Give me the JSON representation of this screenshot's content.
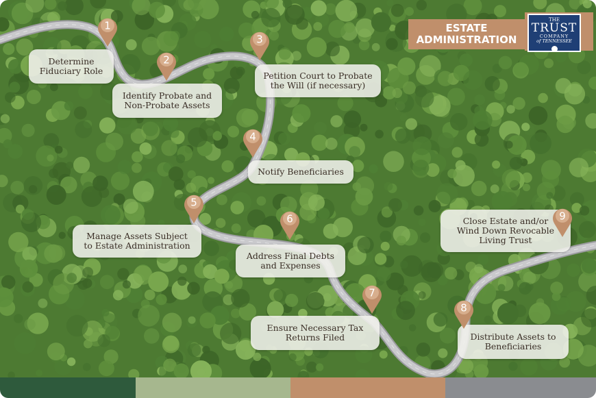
{
  "header": {
    "title": "ESTATE\nADMINISTRATION",
    "logo": {
      "line1": "THE",
      "line2": "TRUST",
      "line3": "COMPANY",
      "line4": "of TENNESSEE"
    }
  },
  "steps": [
    {
      "number": "1",
      "label": "Determine\nFiduciary Role"
    },
    {
      "number": "2",
      "label": "Identify Probate and\nNon-Probate Assets"
    },
    {
      "number": "3",
      "label": "Petition Court to Probate\nthe Will (if necessary)"
    },
    {
      "number": "4",
      "label": "Notify Beneficiaries"
    },
    {
      "number": "5",
      "label": "Manage Assets Subject\nto Estate Administration"
    },
    {
      "number": "6",
      "label": "Address Final Debts\nand Expenses"
    },
    {
      "number": "7",
      "label": "Ensure Necessary Tax\nReturns Filed"
    },
    {
      "number": "8",
      "label": "Distribute Assets to\nBeneficiaries"
    },
    {
      "number": "9",
      "label": "Close Estate and/or\nWind Down Revocable\nLiving Trust"
    }
  ],
  "colors": {
    "pin": "#c08f6b",
    "road": "#b8b8bc",
    "bar_colors": [
      "#2e5a3c",
      "#a6b78e",
      "#c08f6b",
      "#8a8c90"
    ]
  }
}
